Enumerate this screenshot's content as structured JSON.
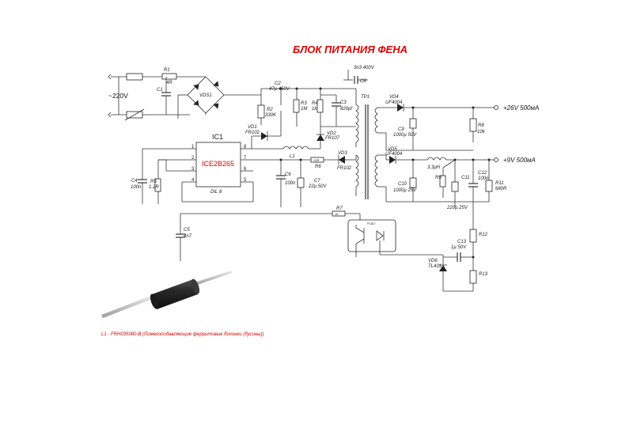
{
  "title": "БЛОК ПИТАНИЯ ФЕНА",
  "input_voltage": "~220V",
  "outputs": {
    "v26": "+26V  500мА",
    "v9": "+9V  500мА"
  },
  "ic": {
    "ref": "IC1",
    "name": "ICE2B265",
    "package": "DIL 8",
    "pins": [
      "1",
      "2",
      "3",
      "4",
      "5",
      "6",
      "7",
      "8"
    ]
  },
  "components": {
    "R1": {
      "ref": "R1",
      "value": "4R"
    },
    "C1": {
      "ref": "C1"
    },
    "VDS1": {
      "ref": "VDS1"
    },
    "C2": {
      "ref": "C2",
      "value": "47µ 450V"
    },
    "R2": {
      "ref": "R2",
      "value": "330K"
    },
    "R3": {
      "ref": "R3",
      "value": "1M"
    },
    "R4": {
      "ref": "R4",
      "value": "1k"
    },
    "C3": {
      "ref": "C3",
      "value": "820pf"
    },
    "C8": {
      "ref": "C8",
      "value": "3n3 400V"
    },
    "VD1": {
      "ref": "VD1",
      "value": "FR102"
    },
    "VD2": {
      "ref": "VD2",
      "value": "FR107"
    },
    "VD3": {
      "ref": "VD3",
      "value": "FR102"
    },
    "VD4": {
      "ref": "VD4",
      "value": "UF4004"
    },
    "VD5": {
      "ref": "VD5",
      "value": "UF4004"
    },
    "VD6": {
      "ref": "VD6",
      "value": "TL431"
    },
    "L1": {
      "ref": "L1"
    },
    "R6": {
      "ref": "R6",
      "body": "10R"
    },
    "C6": {
      "ref": "C6",
      "value": "100n"
    },
    "C7": {
      "ref": "C7",
      "value": "22µ 50V"
    },
    "C4": {
      "ref": "C4",
      "value": "100n"
    },
    "R5": {
      "ref": "R5",
      "value": "1.2R"
    },
    "C5": {
      "ref": "C5",
      "value": "4n7"
    },
    "R7": {
      "ref": "R7",
      "body": "1K"
    },
    "TP1": {
      "ref": "TP1"
    },
    "C9": {
      "ref": "C9",
      "value": "1000µ 50V"
    },
    "R8": {
      "ref": "R8",
      "value": "10k"
    },
    "C10": {
      "ref": "C10",
      "value": "1000µ 25V"
    },
    "Lout": {
      "value": "3.3µH"
    },
    "R9": {
      "ref": "R9"
    },
    "C11": {
      "ref": "C11",
      "value": "220µ 25V"
    },
    "C12": {
      "ref": "C12",
      "value": "100n"
    },
    "R11": {
      "ref": "R11",
      "value": "680R"
    },
    "R12": {
      "ref": "R12"
    },
    "R13": {
      "ref": "R13"
    },
    "C13": {
      "ref": "C13",
      "value": "1µ 50V"
    },
    "opto": {
      "body": "PC817"
    }
  },
  "caption": "L1 - FRH035080-B (Помехоподавляющие ферритовые бочонки (бусины))",
  "colors": {
    "title": "#e00000",
    "chip_name": "#e00000",
    "caption": "#d00000",
    "wire": "#333333",
    "ferrite_body": "#1c1c1c"
  }
}
